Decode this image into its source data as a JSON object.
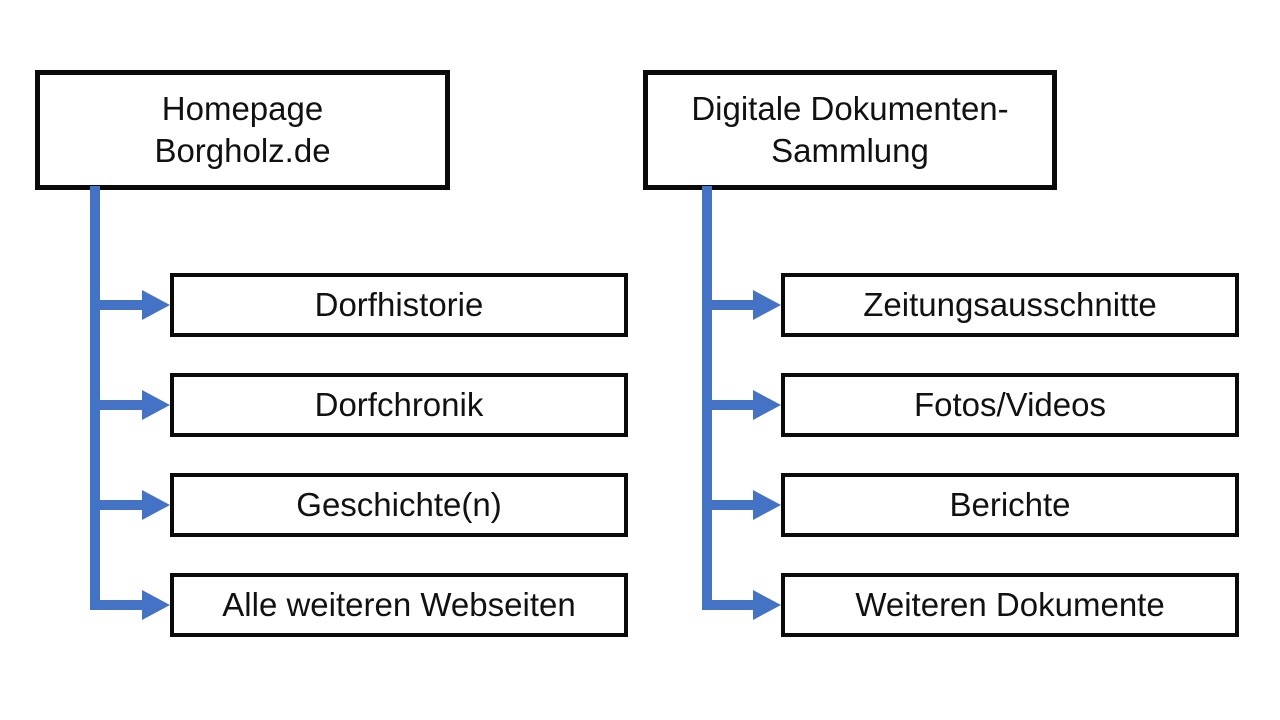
{
  "diagram": {
    "background_color": "#FFFFFF",
    "connector_color": "#4472C4",
    "box_border_color": "#0A0A0A",
    "box_fill_color": "#FFFFFF",
    "text_color": "#111111",
    "trees": [
      {
        "id": "homepage-borgholz",
        "root": {
          "label": "Homepage\nBorgholz.de"
        },
        "children": [
          {
            "label": "Dorfhistorie"
          },
          {
            "label": "Dorfchronik"
          },
          {
            "label": "Geschichte(n)"
          },
          {
            "label": "Alle weiteren Webseiten"
          }
        ]
      },
      {
        "id": "digitale-dokumenten-sammlung",
        "root": {
          "label": "Digitale Dokumenten-\nSammlung"
        },
        "children": [
          {
            "label": "Zeitungsausschnitte"
          },
          {
            "label": "Fotos/Videos"
          },
          {
            "label": "Berichte"
          },
          {
            "label": "Weiteren Dokumente"
          }
        ]
      }
    ]
  }
}
